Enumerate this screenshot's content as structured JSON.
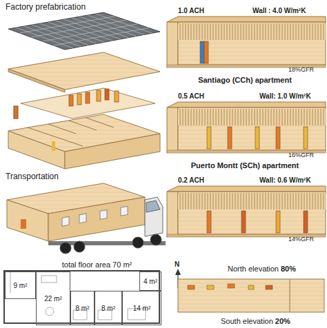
{
  "diagram": {
    "nodes": [
      {
        "text": [
          "total floor area 70 m²"
        ]
      },
      {
        "text": [
          "9 m²"
        ],
        "in": 0
      },
      {
        "text": [
          "22 m²"
        ],
        "in": 0
      },
      {
        "text": [
          "8 m²"
        ],
        "in": 0
      },
      {
        "text": [
          "8 m²"
        ],
        "in": 0
      },
      {
        "text": [
          "14 m²"
        ],
        "in": 0
      },
      {
        "text": [
          "4 m²"
        ],
        "in": 0
      }
    ],
    "labels": [
      "Factory prefabrication",
      "Transportation",
      "1.0 ACH",
      "Wall : 4.0 W/m²K",
      "18%GFR",
      "Santiago (CCh) apartment",
      "0.5 ACH",
      "Wall: 1.0 W/m²K",
      "16%GFR",
      "Puerto Montt (SCh) apartment",
      "0.2 ACH",
      "Wall: 0.6 W/m²K",
      "14%GFR",
      "N",
      "North elevation",
      "80%",
      "South elevation",
      "20%"
    ]
  }
}
